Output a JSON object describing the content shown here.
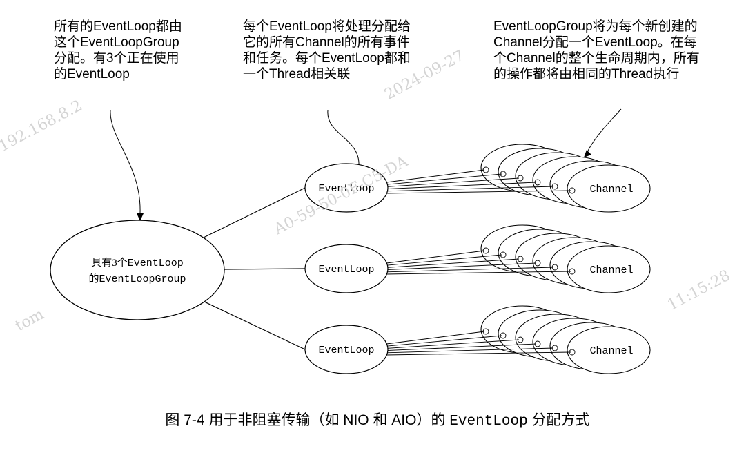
{
  "callouts": {
    "left": [
      "所有的EventLoop都由",
      "这个EventLoopGroup",
      "分配。有3个正在使用",
      "的EventLoop"
    ],
    "middle": [
      "每个EventLoop将处理分配给",
      "它的所有Channel的所有事件",
      "和任务。每个EventLoop都和",
      "一个Thread相关联"
    ],
    "right": [
      "EventLoopGroup将为每个新创建的",
      "Channel分配一个EventLoop。在每",
      "个Channel的整个生命周期内，所有",
      "的操作都将由相同的Thread执行"
    ]
  },
  "group": {
    "line1_prefix": "具有3个",
    "line1_code": "EventLoop",
    "line2_prefix": "的",
    "line2_code": "EventLoopGroup"
  },
  "event_loops": [
    {
      "label": "EventLoop",
      "channel_label": "Channel"
    },
    {
      "label": "EventLoop",
      "channel_label": "Channel"
    },
    {
      "label": "EventLoop",
      "channel_label": "Channel"
    }
  ],
  "caption": {
    "prefix": "图 7-4   用于非阻塞传输（如 NIO 和 AIO）的 ",
    "code": "EventLoop",
    "suffix": " 分配方式"
  },
  "watermarks": [
    "192.168.8.2",
    "A0-59-50-0F-C5-DA",
    "2024-09-27",
    "11:15:28",
    "tom"
  ],
  "colors": {
    "stroke": "#000000",
    "fill": "#ffffff",
    "watermark": "#d4d4d4"
  }
}
